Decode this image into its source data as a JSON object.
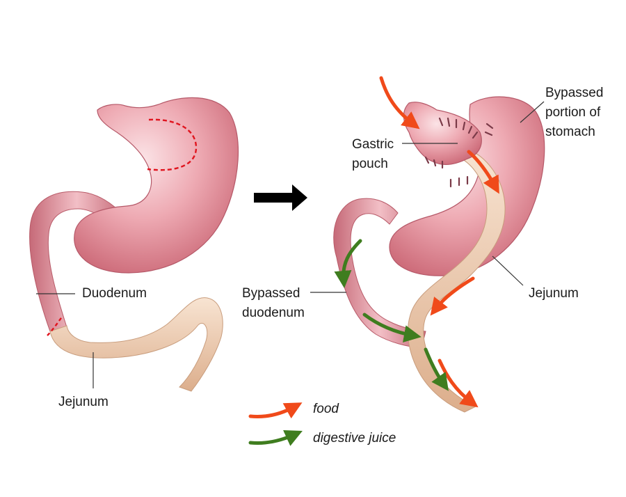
{
  "labels": {
    "duodenum": "Duodenum",
    "jejunum_left": "Jejunum",
    "bypassed_stomach": [
      "Bypassed",
      "portion of",
      "stomach"
    ],
    "gastric_pouch": [
      "Gastric",
      "pouch"
    ],
    "bypassed_duodenum": [
      "Bypassed",
      "duodenum"
    ],
    "jejunum_right": "Jejunum"
  },
  "legend": {
    "food": "food",
    "digestive_juice": "digestive juice"
  },
  "colors": {
    "stomach": "#d97f8b",
    "stomach_highlight": "#fbe3e6",
    "intestine": "#e6c2a4",
    "intestine_highlight": "#f8e4d2",
    "food_arrow": "#f04a1a",
    "juice_arrow": "#3f7d1f",
    "cut_line": "#e0141e",
    "staple": "#7a3a48",
    "main_arrow": "#000000"
  }
}
